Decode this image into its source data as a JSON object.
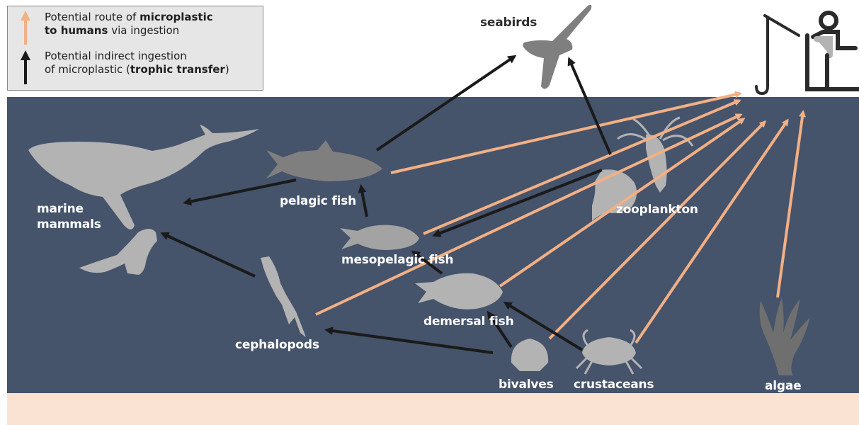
{
  "legend": {
    "orange_line1_pre": "Potential route of ",
    "orange_line1_bold": "microplastic",
    "orange_line2_bold": "to humans",
    "orange_line2_post": " via ingestion",
    "black_line1": "Potential indirect ingestion",
    "black_line2_pre": "of microplastic (",
    "black_line2_bold": "trophic transfer",
    "black_line2_post": ")"
  },
  "labels": {
    "seabirds": "seabirds",
    "marine_mammals_1": "marine",
    "marine_mammals_2": "mammals",
    "pelagic_fish": "pelagic fish",
    "mesopelagic_fish": "mesopelagic fish",
    "zooplankton": "zooplankton",
    "demersal_fish": "demersal fish",
    "cephalopods": "cephalopods",
    "bivalves": "bivalves",
    "crustaceans": "crustaceans",
    "algae": "algae"
  },
  "colors": {
    "ocean": "#45536b",
    "seabed": "#fbe3d3",
    "human_route": "#f2b084",
    "trophic": "#1a1a1a",
    "organism": "#b3b3b3",
    "organism_dark": "#7f7f7f"
  },
  "icons": [
    "fisherman-icon",
    "seabird-icon",
    "whale-icon",
    "seal-icon",
    "tuna-icon",
    "mesopelagic-fish-icon",
    "demersal-fish-icon",
    "squid-icon",
    "shrimp-icon",
    "copepod-icon",
    "scallop-icon",
    "crab-icon",
    "seaweed-icon"
  ]
}
